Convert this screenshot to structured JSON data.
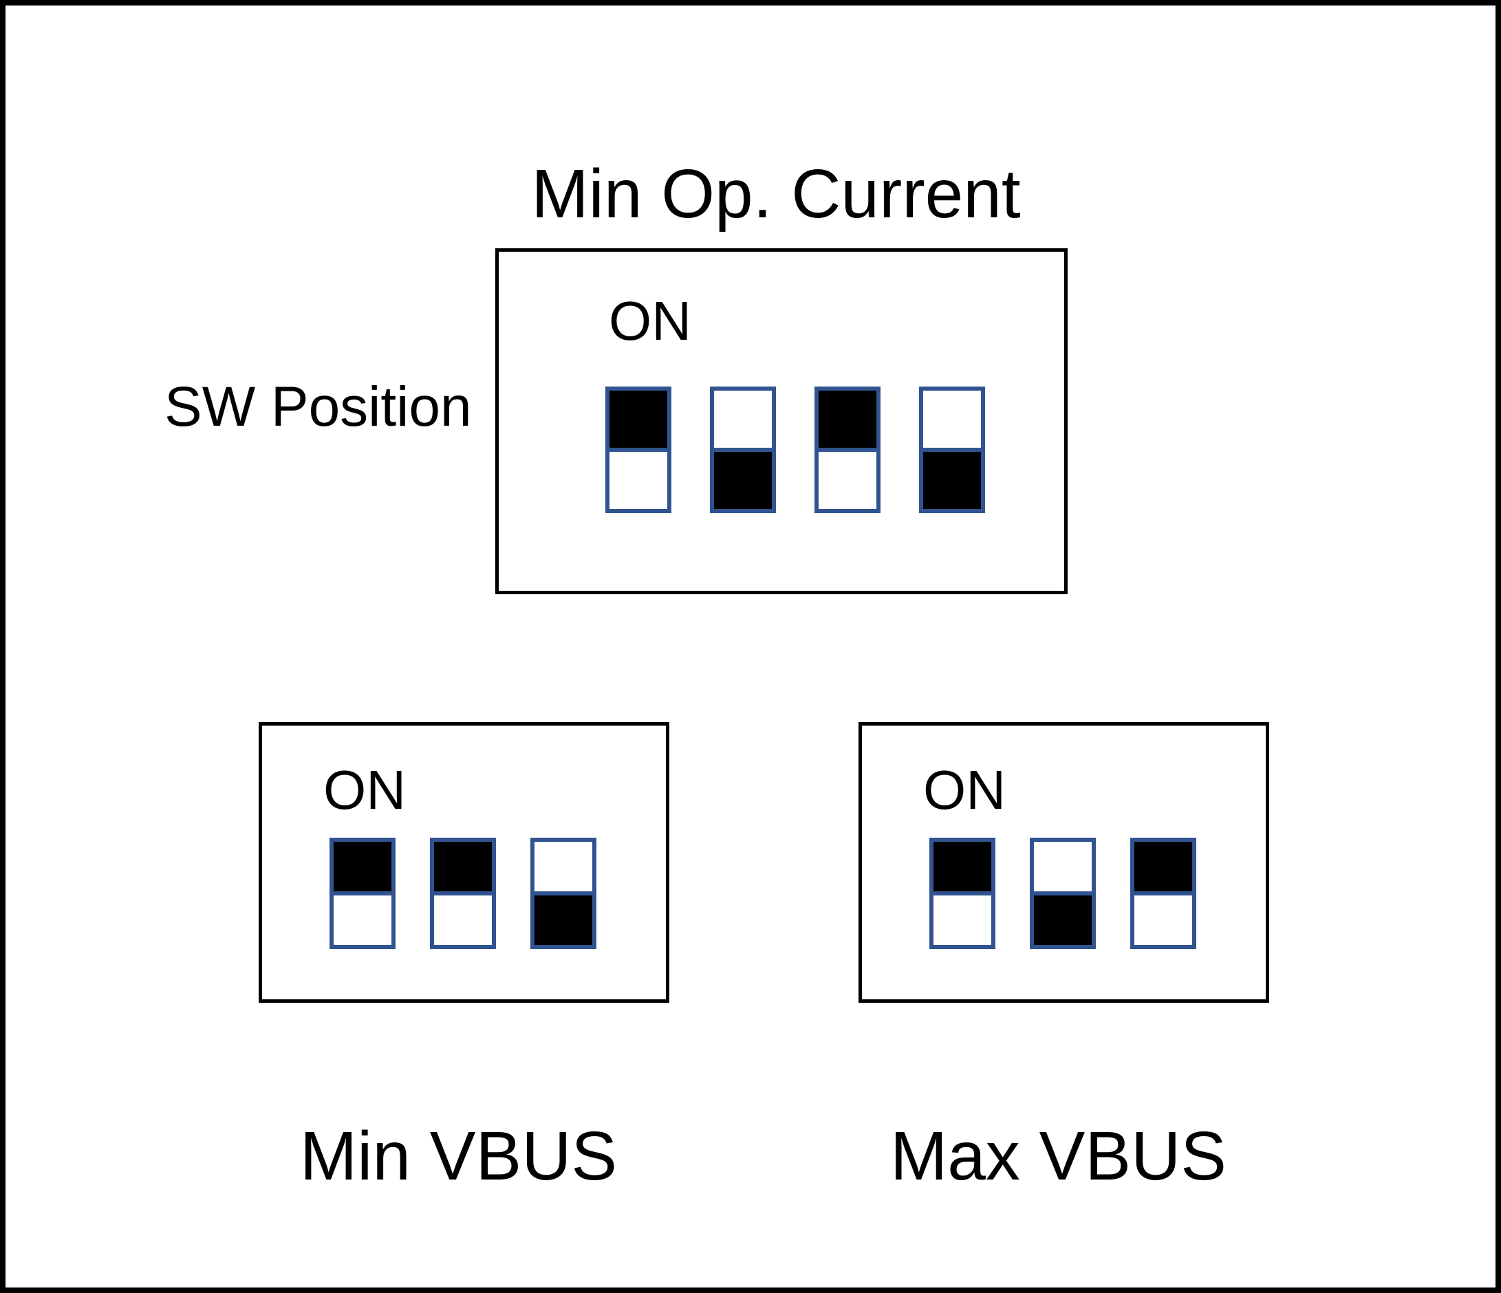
{
  "diagram": {
    "title": "Min Op. Current",
    "side_label": "SW Position",
    "colors": {
      "outline": "#000000",
      "switch_border": "#315491",
      "switch_fill": "#000000",
      "background": "#ffffff",
      "text": "#000000"
    },
    "panels": [
      {
        "id": "min-op-current",
        "caption": "Min Op. Current",
        "caption_position": "top",
        "on_label": "ON",
        "switches": [
          "on",
          "off",
          "on",
          "off"
        ]
      },
      {
        "id": "min-vbus",
        "caption": "Min VBUS",
        "caption_position": "bottom",
        "on_label": "ON",
        "switches": [
          "on",
          "on",
          "off"
        ]
      },
      {
        "id": "max-vbus",
        "caption": "Max VBUS",
        "caption_position": "bottom",
        "on_label": "ON",
        "switches": [
          "on",
          "off",
          "on"
        ]
      }
    ]
  }
}
